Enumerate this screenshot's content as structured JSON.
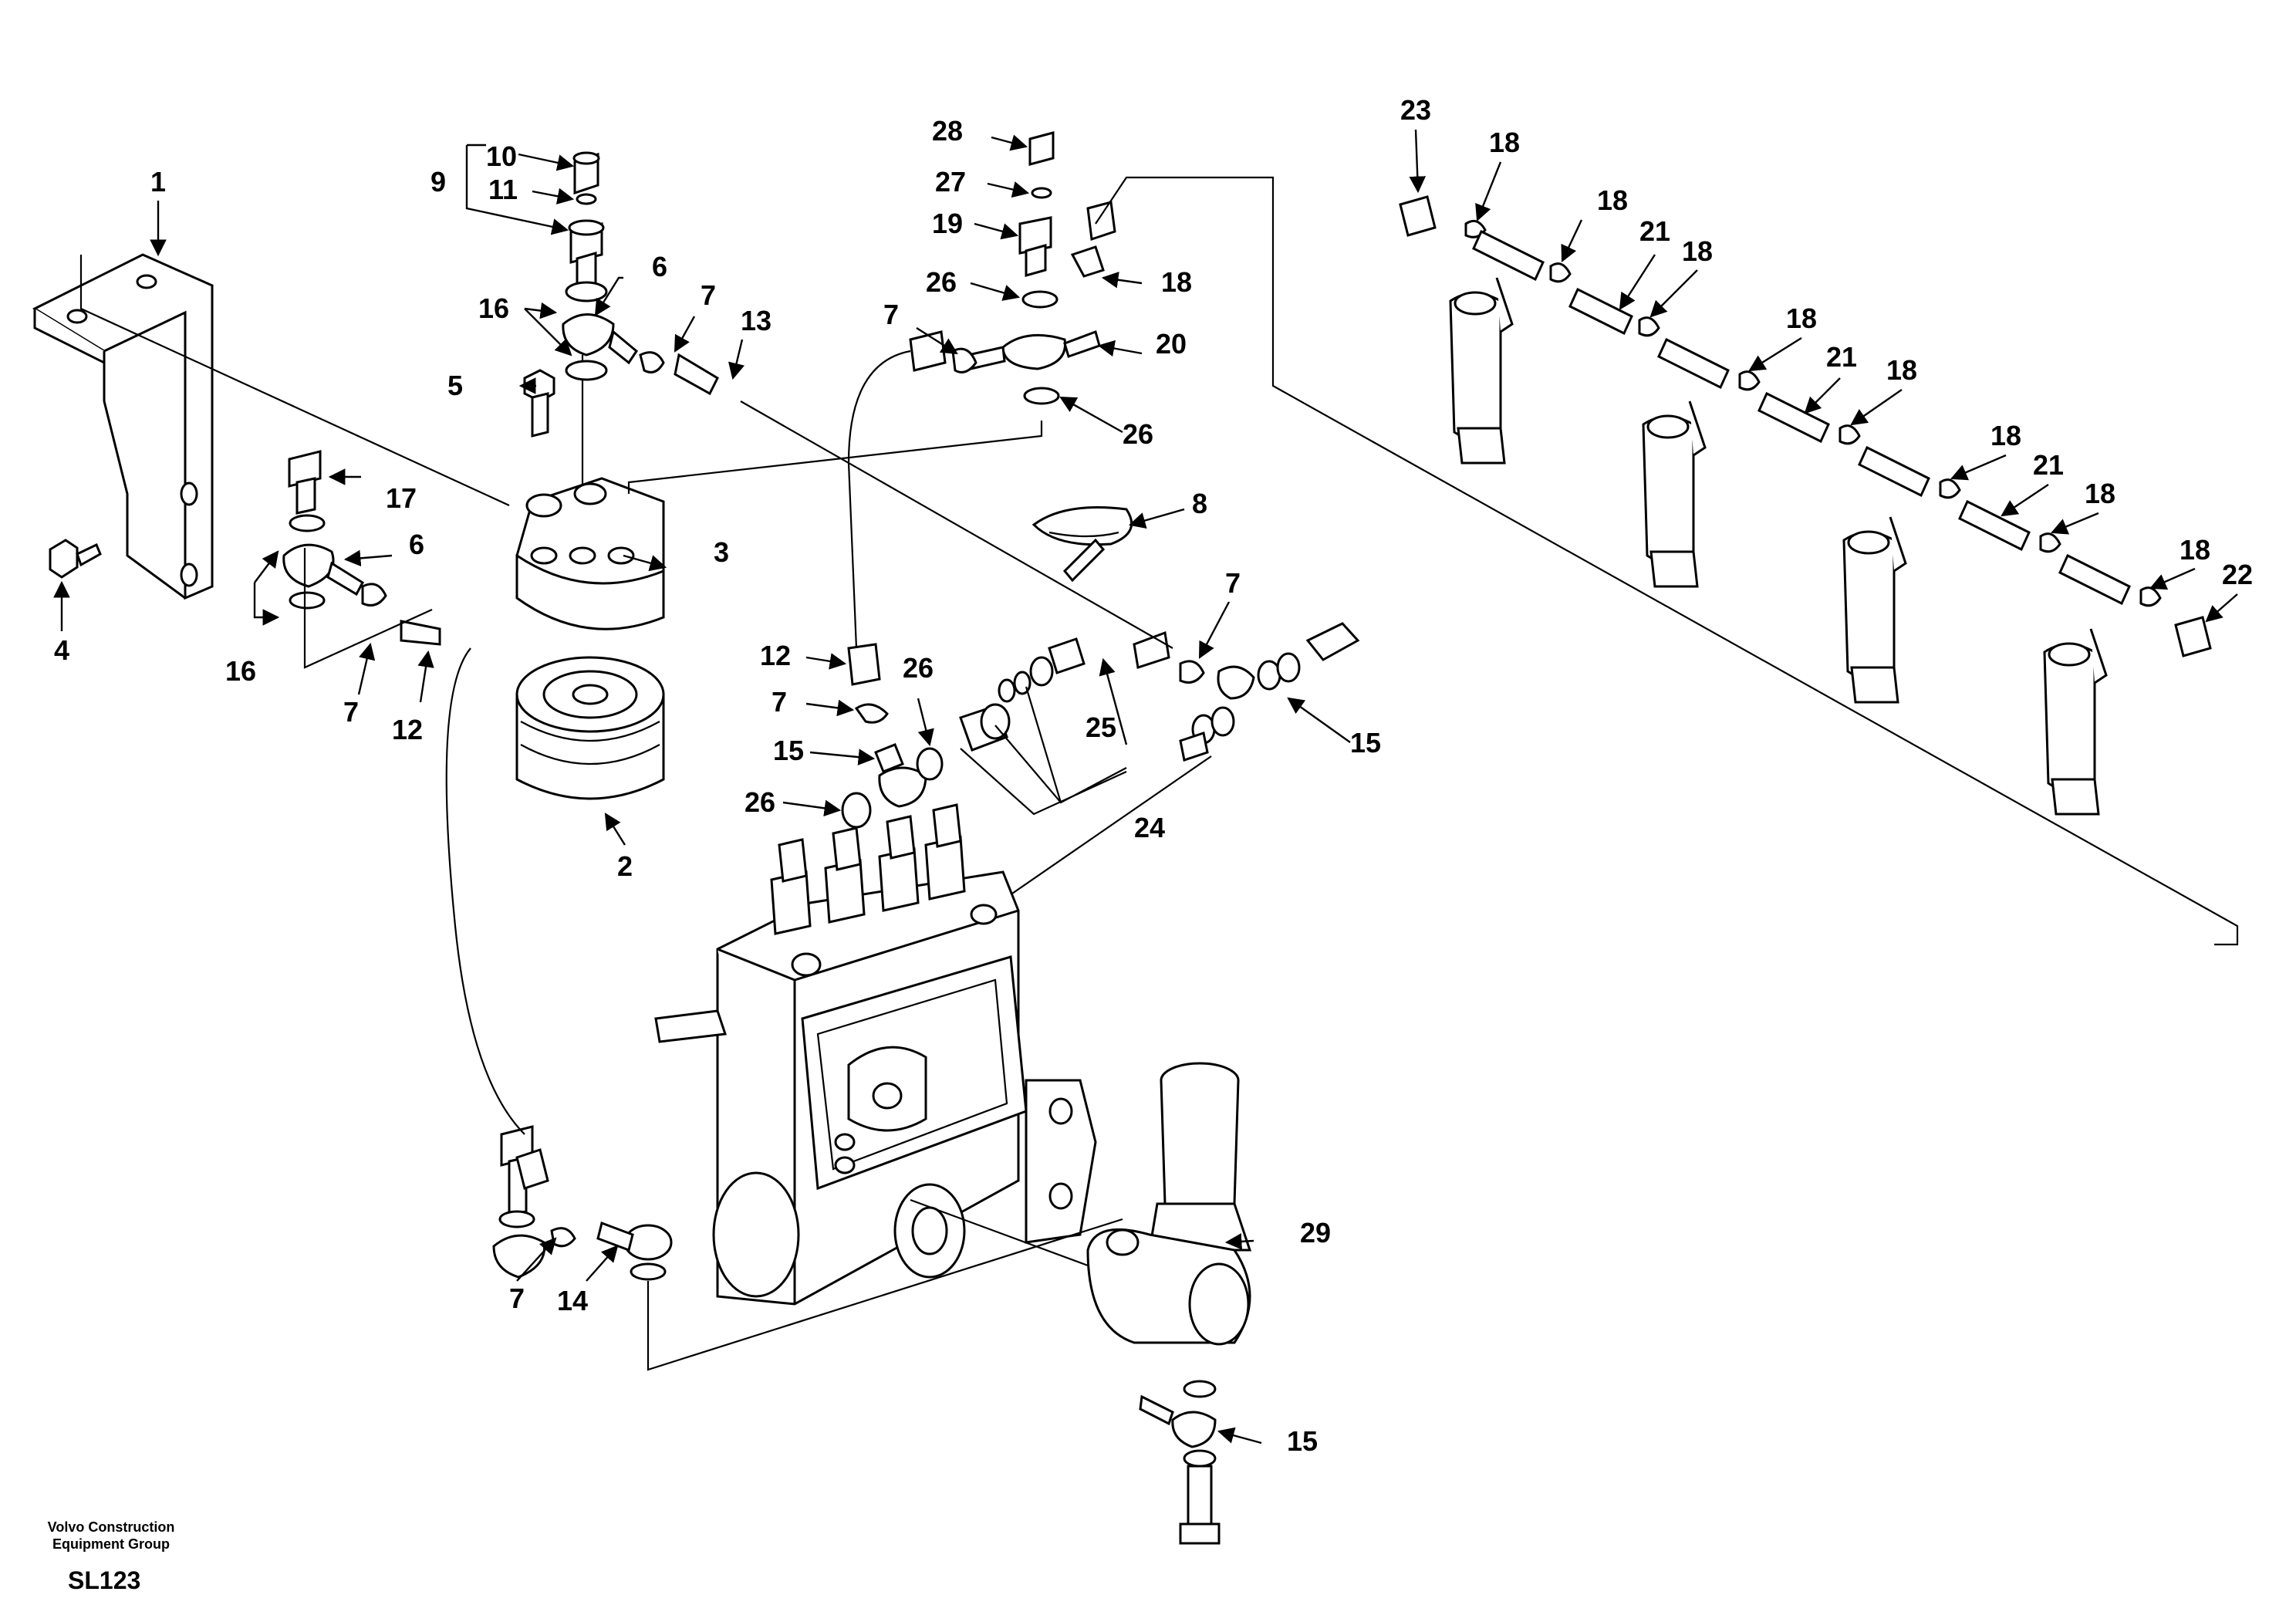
{
  "footer": {
    "company_line1": "Volvo Construction",
    "company_line2": "Equipment Group",
    "sheet_code": "SL123"
  },
  "callouts": {
    "c1": "1",
    "c2": "2",
    "c3": "3",
    "c4": "4",
    "c5": "5",
    "c6": "6",
    "c7": "7",
    "c8": "8",
    "c9": "9",
    "c10": "10",
    "c11": "11",
    "c12": "12",
    "c13": "13",
    "c14": "14",
    "c15": "15",
    "c16": "16",
    "c17": "17",
    "c18": "18",
    "c19": "19",
    "c20": "20",
    "c21": "21",
    "c22": "22",
    "c23": "23",
    "c24": "24",
    "c25": "25",
    "c26": "26",
    "c27": "27",
    "c28": "28",
    "c29": "29"
  }
}
